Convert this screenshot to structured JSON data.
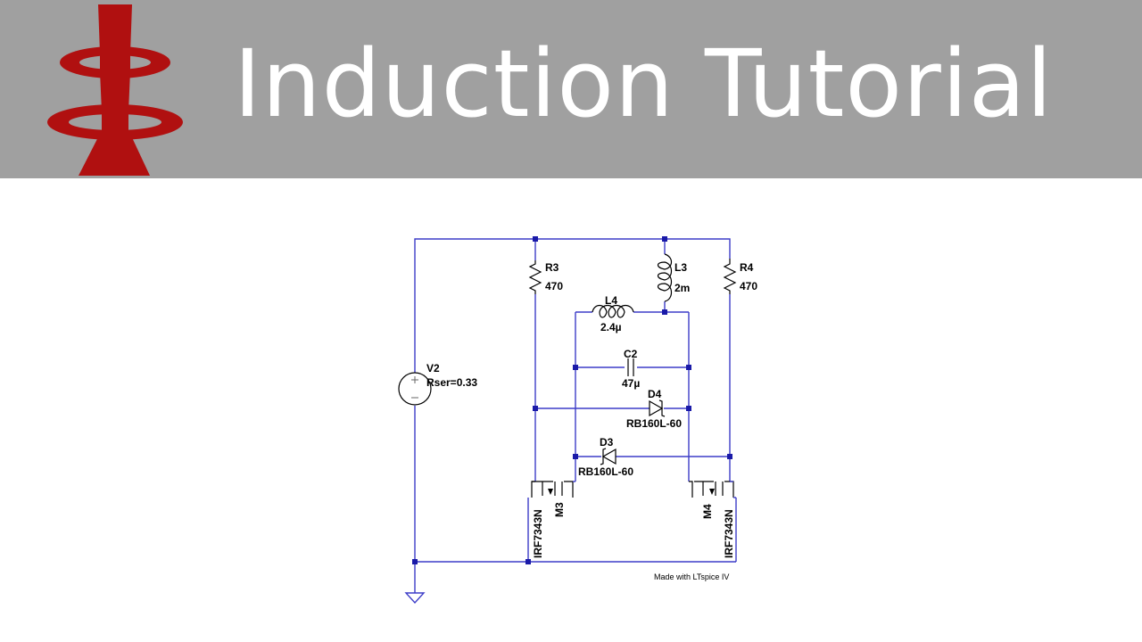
{
  "header": {
    "title": "Induction Tutorial"
  },
  "components": {
    "v2": {
      "name": "V2",
      "value": "Rser=0.33"
    },
    "r3": {
      "name": "R3",
      "value": "470"
    },
    "r4": {
      "name": "R4",
      "value": "470"
    },
    "l3": {
      "name": "L3",
      "value": "2m"
    },
    "l4": {
      "name": "L4",
      "value": "2.4µ"
    },
    "c2": {
      "name": "C2",
      "value": "47µ"
    },
    "d4": {
      "name": "D4",
      "value": "RB160L-60"
    },
    "d3": {
      "name": "D3",
      "value": "RB160L-60"
    },
    "m3": {
      "name": "M3",
      "value": "IRF7343N"
    },
    "m4": {
      "name": "M4",
      "value": "IRF7343N"
    }
  },
  "footer": {
    "credit": "Made with LTspice IV"
  },
  "colors": {
    "banner": "#a0a0a0",
    "logo_red": "#b01010",
    "wire": "#3d3dc8",
    "node": "#1a1aa8"
  }
}
